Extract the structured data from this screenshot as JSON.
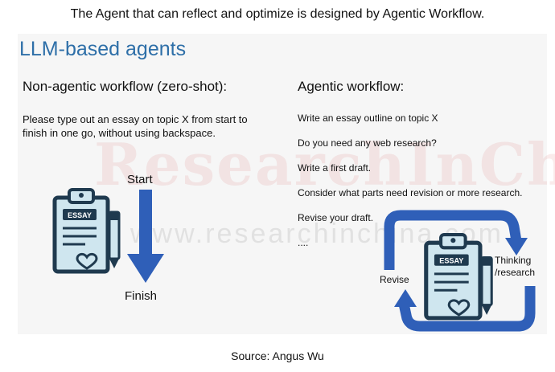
{
  "caption_top": "The Agent that can reflect and optimize is designed by Agentic Workflow.",
  "panel": {
    "title": "LLM-based agents",
    "watermark": "ResearchInChina",
    "watermark_url": "www.researchinchina.com",
    "non_agentic": {
      "heading": "Non-agentic workflow (zero-shot):",
      "description": "Please type out an essay on topic X from start to finish in one go, without using backspace.",
      "start_label": "Start",
      "finish_label": "Finish",
      "clipboard_tag": "ESSAY"
    },
    "agentic": {
      "heading": "Agentic workflow:",
      "steps": [
        "Write an essay outline on topic X",
        "Do you need any web research?",
        "Write a first draft.",
        "Consider what parts need revision or more research.",
        "Revise your draft.",
        "...."
      ],
      "cycle_left_label": "Revise",
      "cycle_right_label_1": "Thinking",
      "cycle_right_label_2": "/research",
      "clipboard_tag": "ESSAY"
    }
  },
  "caption_bottom": "Source: Angus Wu",
  "colors": {
    "accent_blue": "#2f5fb8",
    "title_blue": "#2e6fa8",
    "icon_navy": "#1f3a4f",
    "icon_light": "#cfe6ef"
  }
}
